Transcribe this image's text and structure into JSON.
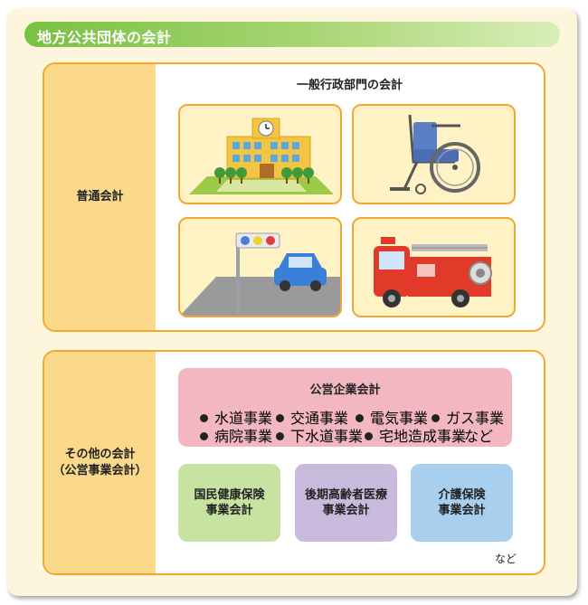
{
  "title": "地方公共団体の会計",
  "general": {
    "label": "普通会計",
    "section_title": "一般行政部門の会計"
  },
  "other": {
    "label_line1": "その他の会計",
    "label_line2": "（公営事業会計）",
    "enterprise": {
      "title": "公営企業会計",
      "items": [
        "水道事業",
        "交通事業",
        "電気事業",
        "ガス事業",
        "病院事業",
        "下水道事業",
        "宅地造成事業"
      ],
      "etc": "など"
    },
    "boxes": [
      {
        "line1": "国民健康保険",
        "line2": "事業会計",
        "color": "#c7e3a2"
      },
      {
        "line1": "後期高齢者医療",
        "line2": "事業会計",
        "color": "#c9bbdd"
      },
      {
        "line1": "介護保険",
        "line2": "事業会計",
        "color": "#a9cfee"
      }
    ],
    "etc": "など"
  },
  "colors": {
    "accent_green": "#79c142",
    "panel_border": "#f3a72e",
    "panel_header": "#fbd98a",
    "background": "#fdf6dc"
  }
}
